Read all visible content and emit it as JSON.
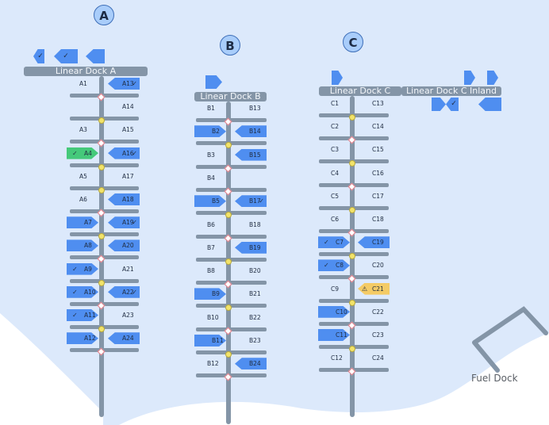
{
  "colors": {
    "water": "#dce9fb",
    "land": "#ffffff",
    "dock": "#8495a7",
    "occupied": "#4f8ef0",
    "ready": "#45c97a",
    "warning": "#f4cb66",
    "marker_dot": "#f2e36a",
    "marker_diamond": "#e07a86"
  },
  "sections": [
    {
      "id": "A",
      "label": "A"
    },
    {
      "id": "B",
      "label": "B"
    },
    {
      "id": "C",
      "label": "C"
    }
  ],
  "docks": {
    "A": {
      "label": "Linear Dock A"
    },
    "B": {
      "label": "Linear Dock B"
    },
    "C": {
      "label": "Linear Dock C"
    },
    "C_inland": {
      "label": "Linear Dock C Inland"
    }
  },
  "fuel_dock": {
    "label": "Fuel Dock"
  },
  "slips": {
    "A": [
      {
        "left": {
          "label": "A1",
          "status": "empty"
        },
        "right": {
          "label": "A13",
          "status": "occupied",
          "check": true
        }
      },
      {
        "left": {
          "label": "",
          "status": "none"
        },
        "right": {
          "label": "A14",
          "status": "empty"
        }
      },
      {
        "left": {
          "label": "A3",
          "status": "empty"
        },
        "right": {
          "label": "A15",
          "status": "empty"
        }
      },
      {
        "left": {
          "label": "A4",
          "status": "ready",
          "check": true
        },
        "right": {
          "label": "A16",
          "status": "occupied",
          "check": true
        }
      },
      {
        "left": {
          "label": "A5",
          "status": "empty"
        },
        "right": {
          "label": "A17",
          "status": "empty"
        }
      },
      {
        "left": {
          "label": "A6",
          "status": "empty"
        },
        "right": {
          "label": "A18",
          "status": "occupied"
        }
      },
      {
        "left": {
          "label": "A7",
          "status": "occupied"
        },
        "right": {
          "label": "A19",
          "status": "occupied",
          "check": true
        }
      },
      {
        "left": {
          "label": "A8",
          "status": "occupied"
        },
        "right": {
          "label": "A20",
          "status": "occupied"
        }
      },
      {
        "left": {
          "label": "A9",
          "status": "occupied",
          "check": true
        },
        "right": {
          "label": "A21",
          "status": "empty"
        }
      },
      {
        "left": {
          "label": "A10",
          "status": "occupied",
          "check": true
        },
        "right": {
          "label": "A22",
          "status": "occupied",
          "check": true
        }
      },
      {
        "left": {
          "label": "A11",
          "status": "occupied",
          "check": true
        },
        "right": {
          "label": "A23",
          "status": "empty"
        }
      },
      {
        "left": {
          "label": "A12",
          "status": "occupied"
        },
        "right": {
          "label": "A24",
          "status": "occupied"
        }
      }
    ],
    "B": [
      {
        "left": {
          "label": "B1",
          "status": "empty"
        },
        "right": {
          "label": "B13",
          "status": "empty"
        }
      },
      {
        "left": {
          "label": "B2",
          "status": "occupied"
        },
        "right": {
          "label": "B14",
          "status": "occupied"
        }
      },
      {
        "left": {
          "label": "B3",
          "status": "empty"
        },
        "right": {
          "label": "B15",
          "status": "occupied"
        }
      },
      {
        "left": {
          "label": "B4",
          "status": "empty"
        },
        "right": {
          "label": "",
          "status": "none"
        }
      },
      {
        "left": {
          "label": "B5",
          "status": "occupied"
        },
        "right": {
          "label": "B17",
          "status": "occupied",
          "check": true
        }
      },
      {
        "left": {
          "label": "B6",
          "status": "empty"
        },
        "right": {
          "label": "B18",
          "status": "empty"
        }
      },
      {
        "left": {
          "label": "B7",
          "status": "empty"
        },
        "right": {
          "label": "B19",
          "status": "occupied"
        }
      },
      {
        "left": {
          "label": "B8",
          "status": "empty"
        },
        "right": {
          "label": "B20",
          "status": "empty"
        }
      },
      {
        "left": {
          "label": "B9",
          "status": "occupied"
        },
        "right": {
          "label": "B21",
          "status": "empty"
        }
      },
      {
        "left": {
          "label": "B10",
          "status": "empty"
        },
        "right": {
          "label": "B22",
          "status": "empty"
        }
      },
      {
        "left": {
          "label": "B11",
          "status": "occupied"
        },
        "right": {
          "label": "B23",
          "status": "empty"
        }
      },
      {
        "left": {
          "label": "B12",
          "status": "empty"
        },
        "right": {
          "label": "B24",
          "status": "occupied"
        }
      }
    ],
    "C": [
      {
        "left": {
          "label": "C1",
          "status": "empty"
        },
        "right": {
          "label": "C13",
          "status": "empty"
        }
      },
      {
        "left": {
          "label": "C2",
          "status": "empty"
        },
        "right": {
          "label": "C14",
          "status": "empty"
        }
      },
      {
        "left": {
          "label": "C3",
          "status": "empty"
        },
        "right": {
          "label": "C15",
          "status": "empty"
        }
      },
      {
        "left": {
          "label": "C4",
          "status": "empty"
        },
        "right": {
          "label": "C16",
          "status": "empty"
        }
      },
      {
        "left": {
          "label": "C5",
          "status": "empty"
        },
        "right": {
          "label": "C17",
          "status": "empty"
        }
      },
      {
        "left": {
          "label": "C6",
          "status": "empty"
        },
        "right": {
          "label": "C18",
          "status": "empty"
        }
      },
      {
        "left": {
          "label": "C7",
          "status": "occupied",
          "check": true
        },
        "right": {
          "label": "C19",
          "status": "occupied"
        }
      },
      {
        "left": {
          "label": "C8",
          "status": "occupied",
          "check": true
        },
        "right": {
          "label": "C20",
          "status": "empty"
        }
      },
      {
        "left": {
          "label": "C9",
          "status": "empty"
        },
        "right": {
          "label": "C21",
          "status": "warning",
          "warn": true
        }
      },
      {
        "left": {
          "label": "C10",
          "status": "occupied"
        },
        "right": {
          "label": "C22",
          "status": "empty"
        }
      },
      {
        "left": {
          "label": "C11",
          "status": "occupied"
        },
        "right": {
          "label": "C23",
          "status": "empty"
        }
      },
      {
        "left": {
          "label": "C12",
          "status": "empty"
        },
        "right": {
          "label": "C24",
          "status": "empty"
        }
      }
    ]
  },
  "markers": {
    "A": [
      "diamond",
      "dot",
      "diamond",
      "dot",
      "dot",
      "diamond",
      "dot",
      "diamond",
      "dot",
      "diamond",
      "dot",
      "diamond"
    ],
    "B": [
      "diamond",
      "dot",
      "diamond",
      "diamond",
      "dot",
      "diamond",
      "dot",
      "diamond",
      "dot",
      "diamond",
      "dot",
      "diamond"
    ],
    "C": [
      "dot",
      "diamond",
      "dot",
      "diamond",
      "dot",
      "diamond",
      "dot",
      "diamond",
      "dot",
      "diamond",
      "dot",
      "diamond"
    ]
  }
}
